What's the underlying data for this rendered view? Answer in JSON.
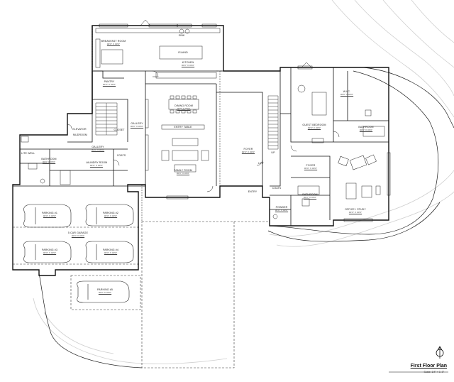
{
  "title": "First Floor Plan",
  "scale": "Scale: 1/4\" = 1'-0\"",
  "rooms": {
    "breakfast": {
      "name": "BREAKFAST ROOM",
      "dim": "00'0\" X 00'0\""
    },
    "kitchen": {
      "name": "KITCHEN",
      "dim": "00'0\" X 00'0\""
    },
    "pantry": {
      "name": "PANTRY",
      "dim": "00'0\" X 00'0\""
    },
    "dining": {
      "name": "DINING ROOM",
      "dim": "00'0\" X 00'0\""
    },
    "family": {
      "name": "FAMILY ROOM",
      "dim": "00'0\" X 00'0\""
    },
    "gallery_main": {
      "name": "GALLERY",
      "dim": "00'0\" X 00'0\""
    },
    "gallery_left": {
      "name": "GALLERY",
      "dim": "00'0\" X 00'0\""
    },
    "closet": {
      "name": "CLOSET"
    },
    "elevator": {
      "name": "ELEVATOR"
    },
    "mudroom": {
      "name": "MUDROOM"
    },
    "laundry": {
      "name": "LAUNDRY ROOM",
      "dim": "00'0\" X 00'0\""
    },
    "bathroom_left": {
      "name": "BATHROOM",
      "dim": "00'0\" X 00'0\""
    },
    "coats_left": {
      "name": "COATS"
    },
    "lite_well": {
      "name": "LITE WELL"
    },
    "foyer": {
      "name": "FOYER",
      "dim": "00'0\" X 00'0\""
    },
    "entry": {
      "name": "ENTRY"
    },
    "coats_right": {
      "name": "COATS"
    },
    "powder": {
      "name": "POWDER",
      "dim": "00'0\" X 00'0\""
    },
    "guest_bedroom": {
      "name": "GUEST BEDROOM",
      "dim": "00'0\" X 00'0\""
    },
    "wic": {
      "name": "W.I.C.",
      "dim": "00'0\" X 00'0\""
    },
    "bathroom_right": {
      "name": "BATHROOM",
      "dim": "00'0\" X 00'0\""
    },
    "foyer_right": {
      "name": "FOYER",
      "dim": "00'0\" X 00'0\""
    },
    "bathroom_mid": {
      "name": "BATHROOM",
      "dim": "00'0\" X 00'0\""
    },
    "office": {
      "name": "OFFICE / STUDY",
      "dim": "00'0\" X 00'0\""
    },
    "garage": {
      "name": "5 CAR GARAGE",
      "dim": "00'0\" X 00'0\""
    }
  },
  "parking": {
    "p1": {
      "name": "PARKING #1",
      "dim": "00'0\" X 00'0\""
    },
    "p2": {
      "name": "PARKING #2",
      "dim": "00'0\" X 00'0\""
    },
    "p3": {
      "name": "PARKING #3",
      "dim": "00'0\" X 00'0\""
    },
    "p4": {
      "name": "PARKING #4",
      "dim": "00'0\" X 00'0\""
    },
    "p5": {
      "name": "PARKING #5",
      "dim": "00'0\" X 00'0\""
    }
  },
  "fixtures": {
    "sink": "SINK",
    "island": "ISLAND",
    "entry_table": "ENTRY TABLE",
    "stair_up": "UP",
    "lift": "LIFT"
  }
}
